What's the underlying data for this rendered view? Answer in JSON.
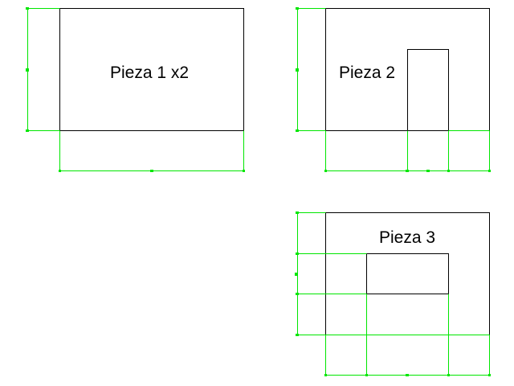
{
  "labels": {
    "pieza1": "Pieza 1 x2",
    "pieza2": "Pieza 2",
    "pieza3": "Pieza 3"
  },
  "colors": {
    "outline": "#000000",
    "dimension": "#00e600",
    "background": "#ffffff"
  }
}
